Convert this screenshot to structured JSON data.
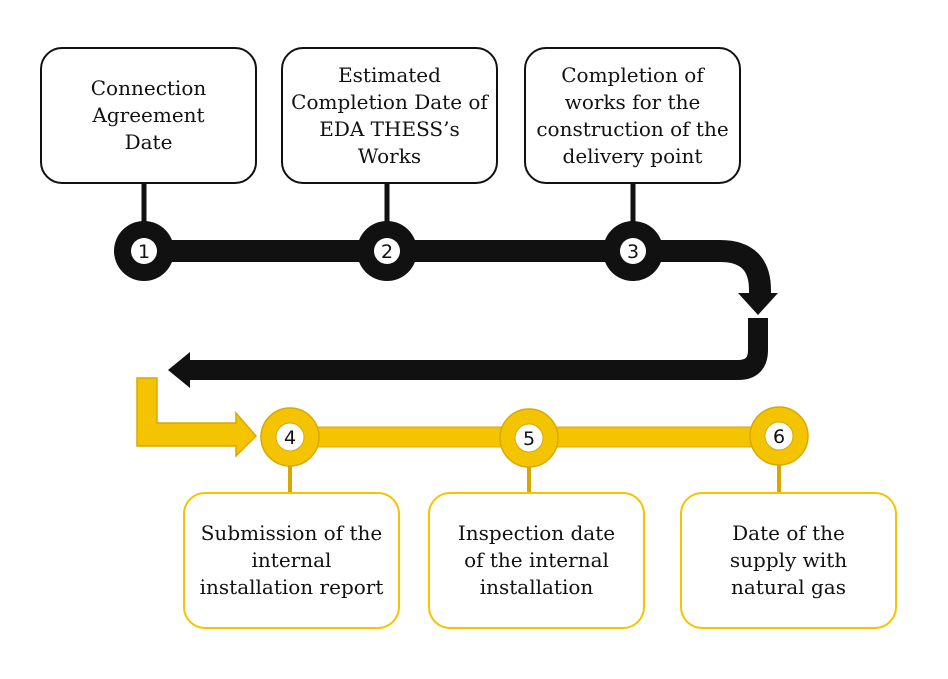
{
  "colors": {
    "dark": "#111111",
    "accent": "#F5C400",
    "accent_border": "#D9A800",
    "white": "#ffffff"
  },
  "steps": [
    {
      "number": "1",
      "label": "Connection Agreement Date"
    },
    {
      "number": "2",
      "label": "Estimated Completion Date of EDA THESS’s Works"
    },
    {
      "number": "3",
      "label": "Completion of works for the construction of the delivery point"
    },
    {
      "number": "4",
      "label": "Submission of the internal installation report"
    },
    {
      "number": "5",
      "label": "Inspection date of the internal installation"
    },
    {
      "number": "6",
      "label": "Date of the supply with natural gas"
    }
  ]
}
